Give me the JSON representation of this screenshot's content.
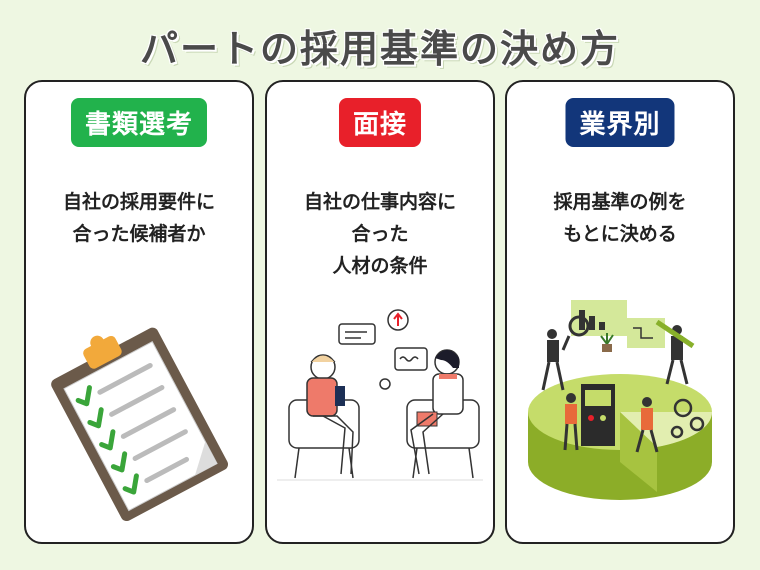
{
  "title": "パートの採用基準の決め方",
  "colors": {
    "background": "#eef7e2",
    "card_border": "#222222",
    "badge_document": "#22b24c",
    "badge_interview": "#e8202a",
    "badge_industry": "#12367a"
  },
  "cards": [
    {
      "badge": "書類選考",
      "lines": [
        "自社の採用要件に",
        "合った候補者か"
      ],
      "illustration": "clipboard-checklist-icon"
    },
    {
      "badge": "面接",
      "lines": [
        "自社の仕事内容に",
        "合った",
        "人材の条件"
      ],
      "illustration": "interview-people-icon"
    },
    {
      "badge": "業界別",
      "lines": [
        "採用基準の例を",
        "もとに決める"
      ],
      "illustration": "business-pie-chart-icon"
    }
  ]
}
